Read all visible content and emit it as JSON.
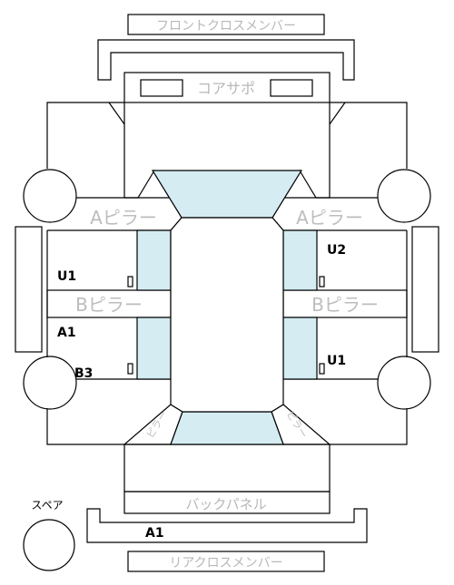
{
  "labels": {
    "front_cross_member": "フロントクロスメンバー",
    "core_support": "コアサポ",
    "a_pillar_left": "Aピラー",
    "a_pillar_right": "Aピラー",
    "b_pillar_left": "Bピラー",
    "b_pillar_right": "Bピラー",
    "rear_pillar_left": "ピラー",
    "rear_pillar_right": "ピラー",
    "back_panel": "バックパネル",
    "rear_cross_member": "リアクロスメンバー",
    "spare": "スペア"
  },
  "marks": {
    "left_upper": "U1",
    "left_middle": "A1",
    "left_lower": "B3",
    "right_upper": "U2",
    "right_lower": "U1",
    "rear": "A1"
  },
  "colors": {
    "glass": "#d4ecf2",
    "line": "#000000",
    "label_gray": "#b8b8b8"
  }
}
